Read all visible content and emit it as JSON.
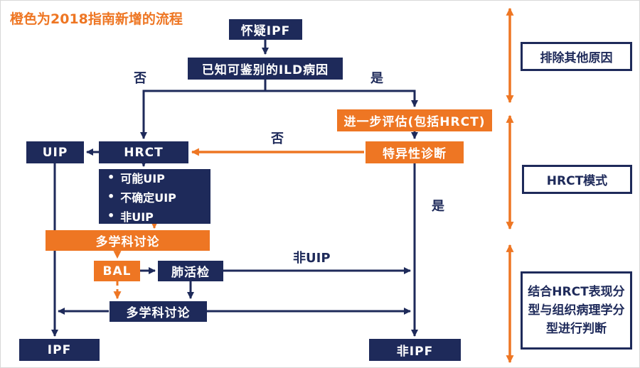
{
  "colors": {
    "navy": "#1e2a5a",
    "orange": "#ee7623",
    "background": "#ffffff",
    "panel_border": "#1e2a5a"
  },
  "legend": {
    "text": "橙色为2018指南新增的流程"
  },
  "nodes": {
    "suspect_ipf": {
      "label": "怀疑IPF"
    },
    "known_ild_cause": {
      "label": "已知可鉴别的ILD病因"
    },
    "further_evaluation": {
      "label": "进一步评估(包括HRCT)"
    },
    "specific_diagnosis": {
      "label": "特异性诊断"
    },
    "uip": {
      "label": "UIP"
    },
    "hrct": {
      "label": "HRCT"
    },
    "hrct_pattern_list": {
      "bullet_char": "•",
      "items": [
        "可能UIP",
        "不确定UIP",
        "非UIP"
      ]
    },
    "mdd_orange": {
      "label": "多学科讨论"
    },
    "bal": {
      "label": "BAL"
    },
    "lung_biopsy": {
      "label": "肺活检"
    },
    "mdd_navy": {
      "label": "多学科讨论"
    },
    "ipf": {
      "label": "IPF"
    },
    "non_ipf": {
      "label": "非IPF"
    }
  },
  "edge_labels": {
    "no_left": "否",
    "yes_right": "是",
    "no_specific_to_hrct": "否",
    "yes_to_non_ipf": "是",
    "non_uip": "非UIP"
  },
  "side_panels": {
    "exclude_other_causes": {
      "label": "排除其他原因"
    },
    "hrct_pattern": {
      "label": "HRCT模式"
    },
    "combined_judgement": {
      "label": "结合HRCT表现分型与组织病理学分型进行判断"
    }
  }
}
